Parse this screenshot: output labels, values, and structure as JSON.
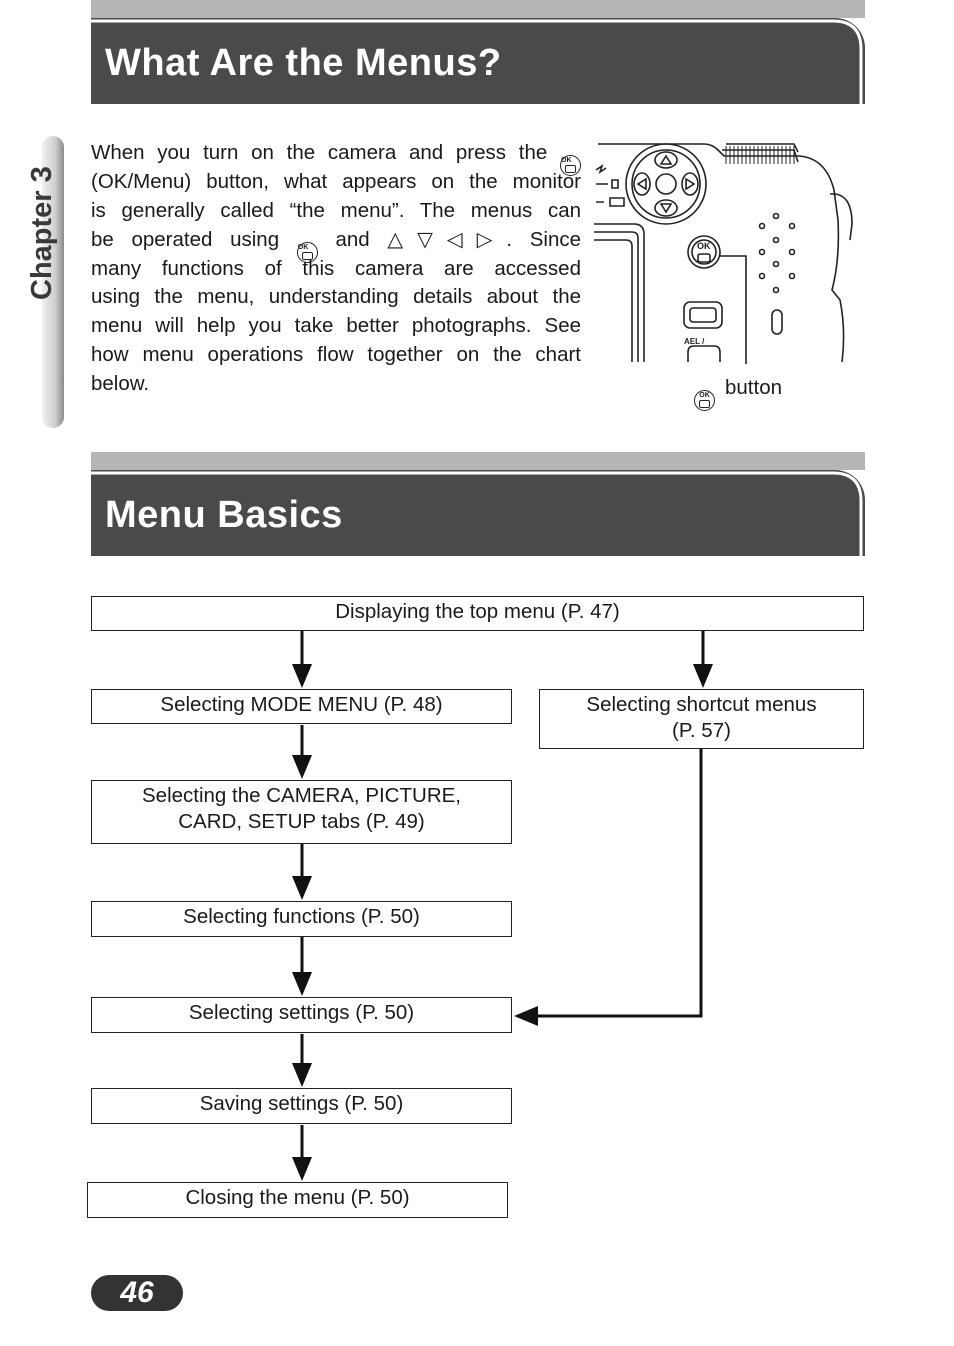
{
  "section1": {
    "title": "What Are the Menus?"
  },
  "chapter_tab": {
    "label": "Chapter 3"
  },
  "intro": {
    "lines": [
      "When you turn on the camera and press the",
      "(OK/Menu) button, what appears on the monitor",
      "is generally called “the menu”. The menus can",
      "be operated using",
      "and",
      ". Since",
      "many functions of this camera are accessed",
      "using the menu, understanding details about the",
      "menu will help you take better photographs. See",
      "how menu operations flow together on the chart",
      "below."
    ],
    "arrows": "△▽◁▷"
  },
  "camera_figure": {
    "caption": "button",
    "ok_label": "OK",
    "ael_label": "AEL /"
  },
  "section2": {
    "title": "Menu Basics"
  },
  "flowchart": {
    "top": "Displaying the top menu (P. 47)",
    "mode_menu": "Selecting MODE MENU (P. 48)",
    "shortcut_line1": "Selecting shortcut menus",
    "shortcut_line2": "(P. 57)",
    "tabs_line1": "Selecting the CAMERA, PICTURE,",
    "tabs_line2": "CARD, SETUP tabs (P. 49)",
    "functions": "Selecting functions (P. 50)",
    "settings": "Selecting settings (P. 50)",
    "saving": "Saving settings (P. 50)",
    "closing": "Closing the menu (P. 50)"
  },
  "page_number": "46"
}
